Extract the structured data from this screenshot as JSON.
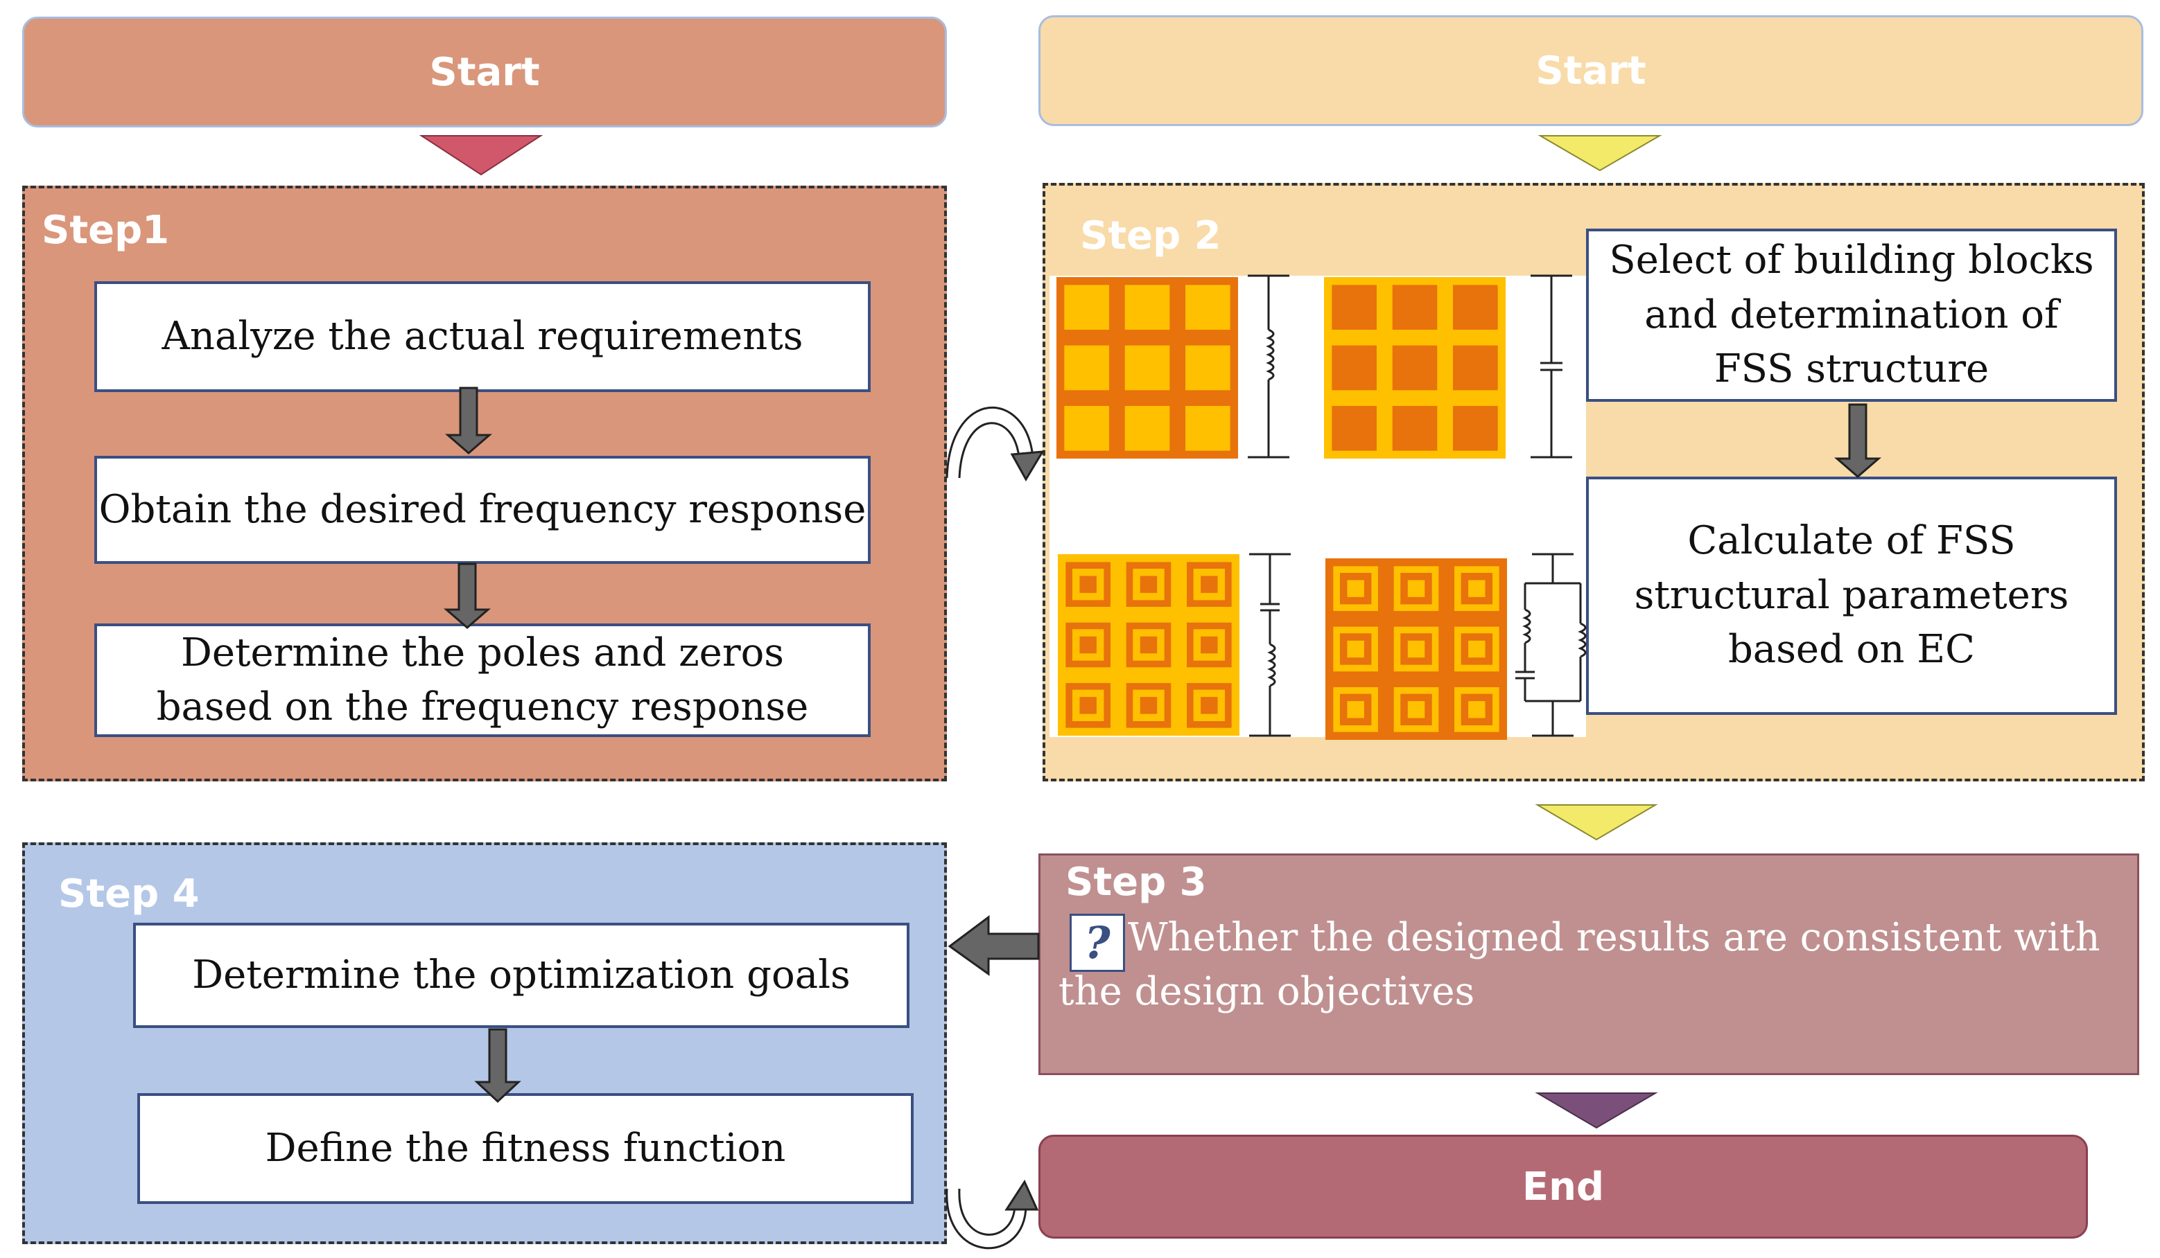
{
  "left_flow": {
    "start_label": "Start",
    "step1": {
      "label": "Step1",
      "boxes": [
        "Analyze the actual requirements",
        "Obtain the desired frequency response",
        "Determine the poles and zeros based on the frequency response"
      ]
    },
    "step4": {
      "label": "Step 4",
      "boxes": [
        "Determine the optimization goals",
        "Define the fitness function"
      ]
    }
  },
  "right_flow": {
    "start_label": "Start",
    "step2": {
      "label": "Step 2",
      "boxes": [
        "Select of building blocks and determination of FSS structure",
        "Calculate of FSS structural parameters based on EC"
      ]
    },
    "step3": {
      "label": "Step 3",
      "question": "Whether the designed results are consistent with the design objectives",
      "question_icon": "question-icon"
    },
    "end_label": "End"
  },
  "colors": {
    "left_start": "#d9967b",
    "step1_bg": "#d9967b",
    "right_start": "#f8dba8",
    "step2_bg": "#f8dba8",
    "step3_bg": "#c09090",
    "step4_bg": "#b4c7e7",
    "end_bg": "#b46a74",
    "fss_orange": "#e8720c",
    "fss_yellow": "#ffc000"
  }
}
